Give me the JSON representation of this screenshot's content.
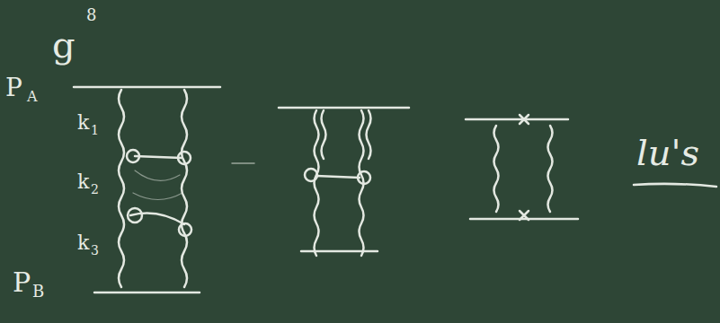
{
  "diagram": {
    "labels": [
      "g",
      "8",
      "P",
      "A",
      "k",
      "1",
      "k",
      "2",
      "k",
      "3",
      "P",
      "B",
      "lu's"
    ]
  }
}
